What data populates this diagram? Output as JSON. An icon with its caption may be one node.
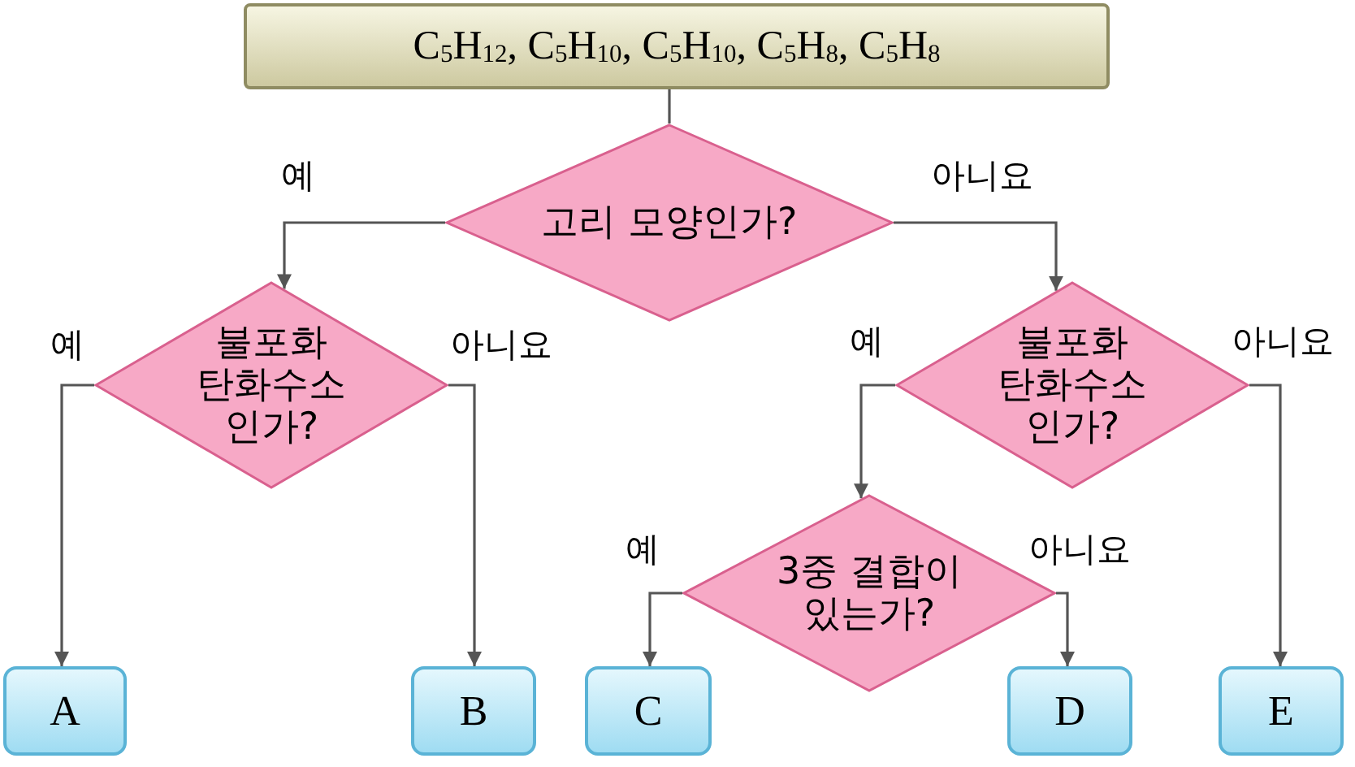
{
  "diagram": {
    "nodes": [
      {
        "text": [
          "C$_{5}$H$_{12}$, C$_{5}$H$_{10}$, C$_{5}$H$_{10}$, C$_{5}$H$_{8}$, C$_{5}$H$_{8}$"
        ]
      },
      {
        "text": [
          "고리 모양인가?"
        ]
      },
      {
        "text": [
          "불포화 탄화수소 인가?"
        ]
      },
      {
        "text": [
          "불포화 탄화수소 인가?"
        ]
      },
      {
        "text": [
          "3중 결합이 있는가?"
        ]
      },
      {
        "text": [
          "A"
        ]
      },
      {
        "text": [
          "B"
        ]
      },
      {
        "text": [
          "C"
        ]
      },
      {
        "text": [
          "D"
        ]
      },
      {
        "text": [
          "E"
        ]
      }
    ],
    "edges": [
      {
        "from": 0,
        "to": 1,
        "arrow": "none"
      },
      {
        "from": 1,
        "to": 2,
        "arrow": "to",
        "label": "예"
      },
      {
        "from": 1,
        "to": 3,
        "arrow": "to",
        "label": "아니요"
      },
      {
        "from": 2,
        "to": 5,
        "arrow": "to",
        "label": "예"
      },
      {
        "from": 2,
        "to": 6,
        "arrow": "to",
        "label": "아니요"
      },
      {
        "from": 3,
        "to": 4,
        "arrow": "to",
        "label": "예"
      },
      {
        "from": 3,
        "to": 9,
        "arrow": "to",
        "label": "아니요"
      },
      {
        "from": 4,
        "to": 7,
        "arrow": "to",
        "label": "예"
      },
      {
        "from": 4,
        "to": 8,
        "arrow": "to",
        "label": "아니요"
      }
    ]
  }
}
